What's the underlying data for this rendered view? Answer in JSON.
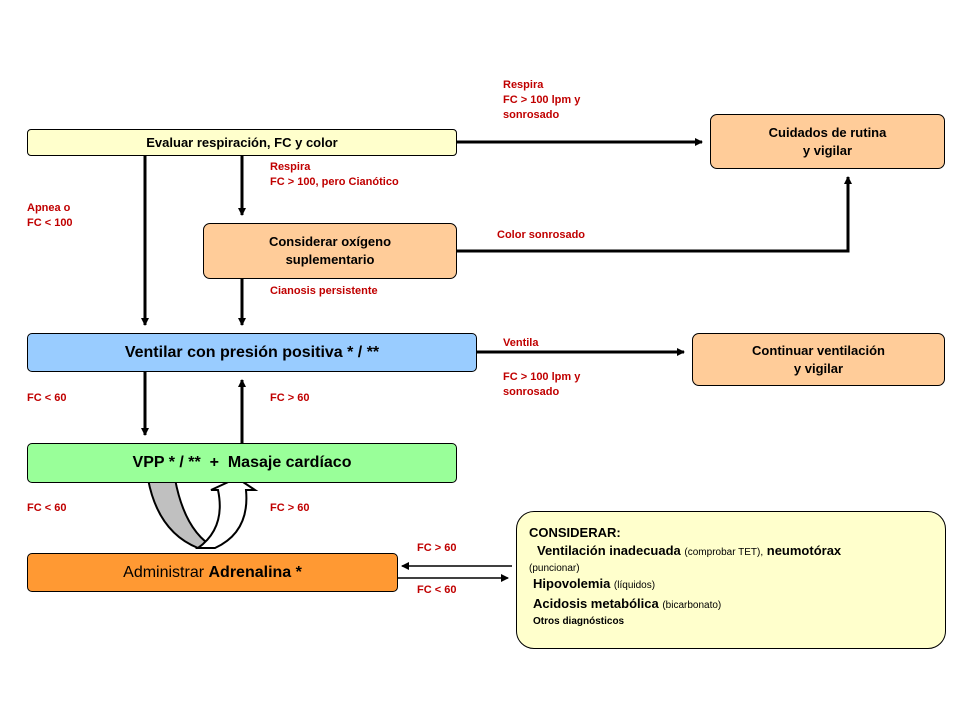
{
  "boxes": {
    "evaluar": "Evaluar respiración, FC y color",
    "oxigeno_line1": "Considerar oxígeno",
    "oxigeno_line2": "suplementario",
    "rutina_line1": "Cuidados de rutina",
    "rutina_line2": "y vigilar",
    "ventilar": "Ventilar con presión positiva * / **",
    "continuar_line1": "Continuar ventilación",
    "continuar_line2": "y vigilar",
    "vpp_masaje": "VPP * / **  +  Masaje cardíaco",
    "adrenalina_prefix": "Administrar ",
    "adrenalina_bold": "Adrenalina *"
  },
  "considerar": {
    "title": "CONSIDERAR:",
    "item1_main": "Ventilación inadecuada",
    "item1_note": "(comprobar TET),",
    "item1_main2": "neumotórax",
    "item1_note2": "(puncionar)",
    "item2_main": "Hipovolemia",
    "item2_note": "(líquidos)",
    "item3_main": "Acidosis metabólica",
    "item3_note": "(bicarbonato)",
    "item4": "Otros diagnósticos"
  },
  "labels": {
    "respira_top_1": "Respira",
    "respira_top_2": "FC > 100 lpm y",
    "respira_top_3": "sonrosado",
    "respira_cian_1": "Respira",
    "respira_cian_2": "FC > 100,  pero Cianótico",
    "apnea_1": "Apnea o",
    "apnea_2": "FC < 100",
    "color_sonrosado": "Color sonrosado",
    "cianosis": "Cianosis persistente",
    "ventila": "Ventila",
    "ventila_fc_1": "FC > 100 lpm y",
    "ventila_fc_2": "sonrosado",
    "fc_lt60_a": "FC < 60",
    "fc_gt60_a": "FC > 60",
    "fc_lt60_b": "FC < 60",
    "fc_gt60_b": "FC > 60",
    "fc_gt60_c": "FC > 60",
    "fc_lt60_c": "FC < 60"
  },
  "colors": {
    "label_red": "#c00000",
    "evaluar": "#ffffcc",
    "orange_light": "#ffcc99",
    "blue": "#99ccff",
    "green": "#99ff99",
    "adrenalina": "#ff9933",
    "considerar": "#ffffcc"
  }
}
